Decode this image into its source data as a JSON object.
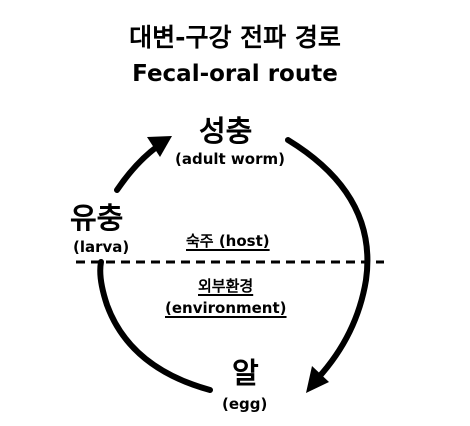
{
  "title_korean": "대변-구강 전파 경로",
  "title_english": "Fecal-oral route",
  "stages": {
    "adult": {
      "label": "성충",
      "sublabel": "(adult worm)"
    },
    "larva": {
      "label": "유충",
      "sublabel": "(larva)"
    },
    "egg": {
      "label": "알",
      "sublabel": "(egg)"
    }
  },
  "regions": {
    "host": {
      "label": "숙주 (host)"
    },
    "environment": {
      "label_korean": "외부환경",
      "label_english": "(environment)"
    }
  }
}
